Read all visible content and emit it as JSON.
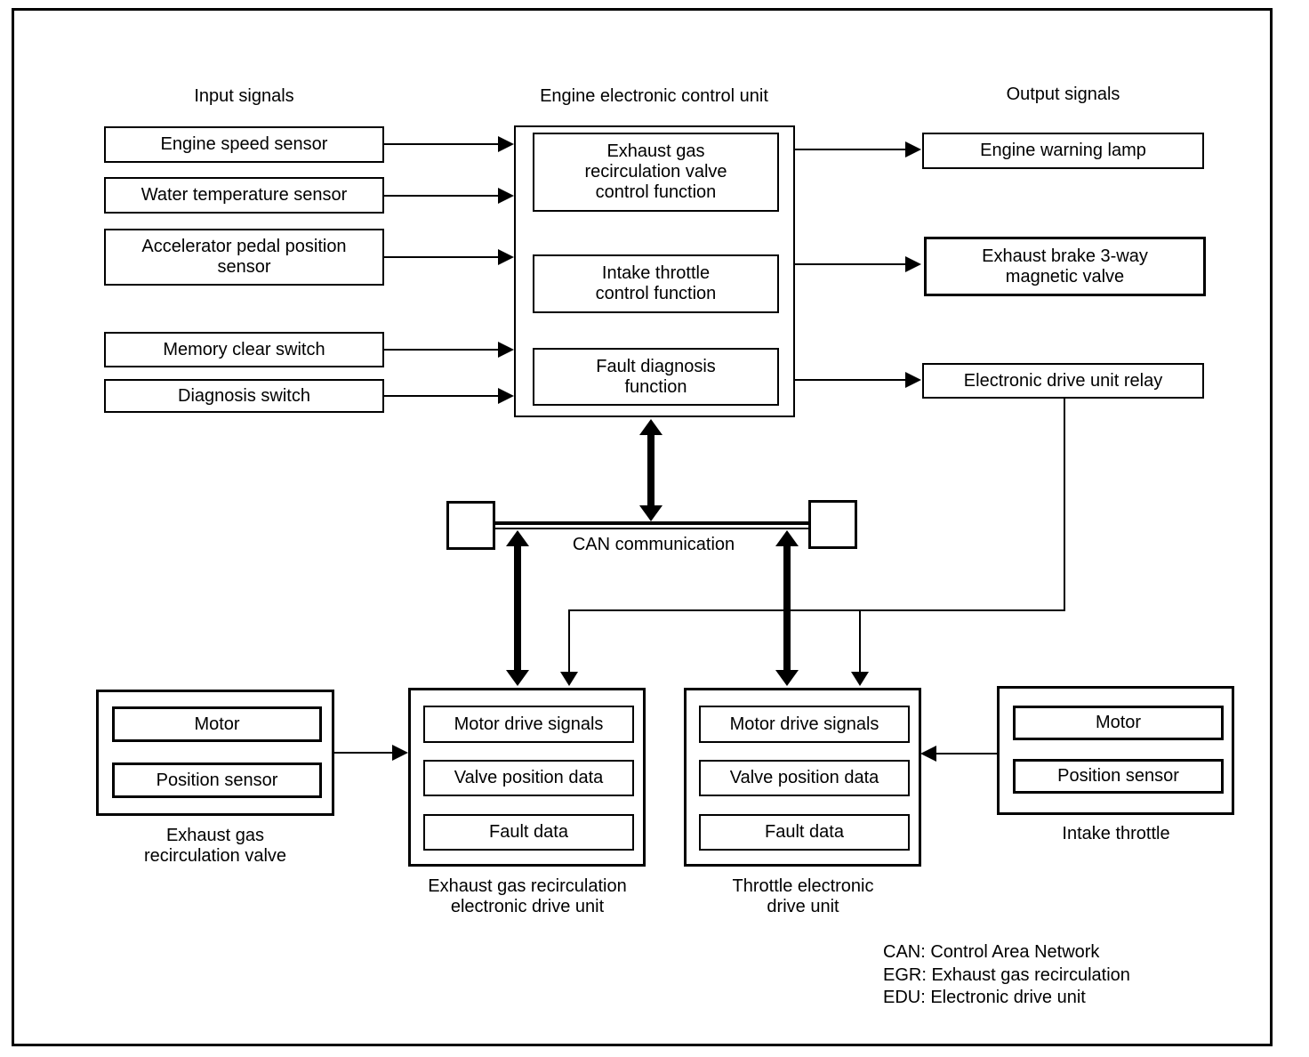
{
  "diagram": {
    "colors": {
      "ink": "#000000",
      "paper": "#ffffff"
    },
    "input": {
      "title": "Input signals",
      "boxes": [
        {
          "label": "Engine speed sensor"
        },
        {
          "label": "Water temperature sensor"
        },
        {
          "label": "Accelerator pedal position\nsensor"
        },
        {
          "label": "Memory clear switch"
        },
        {
          "label": "Diagnosis switch"
        }
      ]
    },
    "ecu": {
      "title": "Engine electronic control unit",
      "functions": [
        {
          "label": "Exhaust gas\nrecirculation valve\ncontrol function"
        },
        {
          "label": "Intake throttle\ncontrol function"
        },
        {
          "label": "Fault diagnosis\nfunction"
        }
      ]
    },
    "output": {
      "title": "Output signals",
      "boxes": [
        {
          "label": "Engine warning lamp"
        },
        {
          "label": "Exhaust brake 3-way\nmagnetic valve"
        },
        {
          "label": "Electronic drive unit relay"
        }
      ]
    },
    "can": {
      "label": "CAN communication"
    },
    "egr_valve": {
      "components": [
        {
          "label": "Motor"
        },
        {
          "label": "Position sensor"
        }
      ],
      "caption": "Exhaust gas\nrecirculation valve"
    },
    "egr_edu": {
      "signals": [
        {
          "label": "Motor drive signals"
        },
        {
          "label": "Valve position data"
        },
        {
          "label": "Fault data"
        }
      ],
      "caption": "Exhaust gas recirculation\nelectronic drive unit"
    },
    "throttle_edu": {
      "signals": [
        {
          "label": "Motor drive signals"
        },
        {
          "label": "Valve position data"
        },
        {
          "label": "Fault data"
        }
      ],
      "caption": "Throttle electronic\ndrive unit"
    },
    "intake_throttle": {
      "components": [
        {
          "label": "Motor"
        },
        {
          "label": "Position sensor"
        }
      ],
      "caption": "Intake throttle"
    },
    "legend": {
      "entries": [
        "CAN: Control Area Network",
        "EGR: Exhaust gas recirculation",
        "EDU: Electronic drive unit"
      ]
    }
  }
}
